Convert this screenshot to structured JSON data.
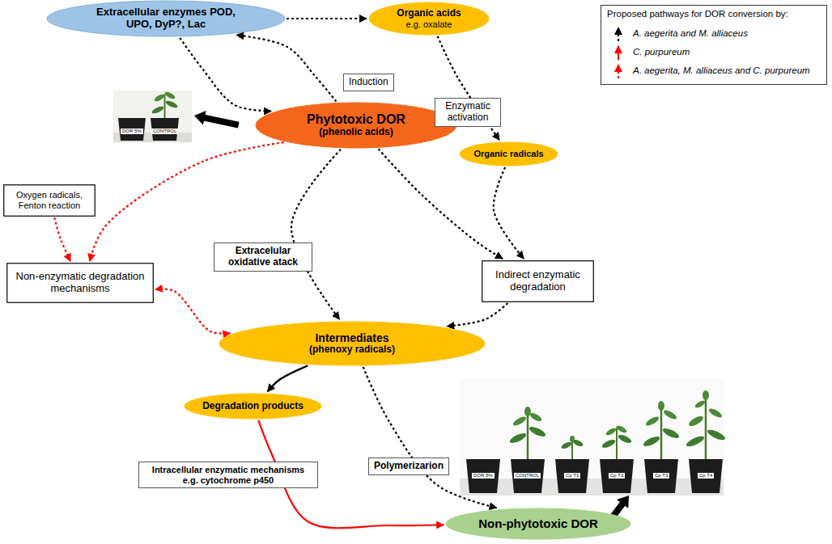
{
  "diagram": {
    "nodes": [
      {
        "text": [
          "Extracellular enzymes POD, UPO, DyP?, Lac"
        ]
      },
      {
        "text": [
          "Organic acids",
          "e.g. oxalate"
        ]
      },
      {
        "text": [
          "Phytotoxic DOR",
          "(phenolic acids)"
        ]
      },
      {
        "text": [
          "Oxygen radicals, Fenton reaction"
        ]
      },
      {
        "text": [
          "Organic radicals"
        ]
      },
      {
        "text": [
          "Non-enzymatic degradation mechanisms"
        ]
      },
      {
        "text": [
          "Indirect enzymatic degradation"
        ]
      },
      {
        "text": [
          "Intermediates",
          "(phenoxy radicals)"
        ]
      },
      {
        "text": [
          "Degradation products"
        ]
      },
      {
        "text": [
          "Non-phytotoxic DOR"
        ]
      }
    ],
    "edges": [
      {
        "from": 0,
        "to": 2,
        "arrow": "to"
      },
      {
        "from": 2,
        "to": 0,
        "label": "Induction",
        "arrow": "to"
      },
      {
        "from": 0,
        "to": 1,
        "arrow": "to"
      },
      {
        "from": 1,
        "to": 4,
        "label": "Enzymatic activation",
        "arrow": "to"
      },
      {
        "from": 4,
        "to": 6,
        "arrow": "to"
      },
      {
        "from": 2,
        "to": 6,
        "arrow": "to"
      },
      {
        "from": 6,
        "to": 7,
        "arrow": "to"
      },
      {
        "from": 2,
        "to": 7,
        "label": "Extracelular oxidative atack",
        "arrow": "to"
      },
      {
        "from": 3,
        "to": 5,
        "arrow": "to"
      },
      {
        "from": 2,
        "to": 5,
        "arrow": "to"
      },
      {
        "from": 5,
        "to": 7,
        "arrow": "both"
      },
      {
        "from": 7,
        "to": 8,
        "arrow": "to"
      },
      {
        "from": 7,
        "to": 9,
        "label": "Polymerizarion",
        "arrow": "to"
      },
      {
        "from": 8,
        "to": 9,
        "label": "Intracellular enzymatic mechanisms e.g. cytochrome p450",
        "arrow": "to"
      }
    ],
    "labels": [
      "Proposed pathways for DOR conversion by:",
      "DOR 5%",
      "CONTROL",
      "DOR 5%",
      "CONTROL",
      "Cp T1",
      "Cp T2",
      "Cp T3",
      "Cp T4"
    ],
    "legend": [
      {
        "text": "A. aegerita and M. alliaceus"
      },
      {
        "text": "C. purpureum"
      },
      {
        "text": "A. aegerita, M. alliaceus and C. purpureum"
      }
    ]
  }
}
